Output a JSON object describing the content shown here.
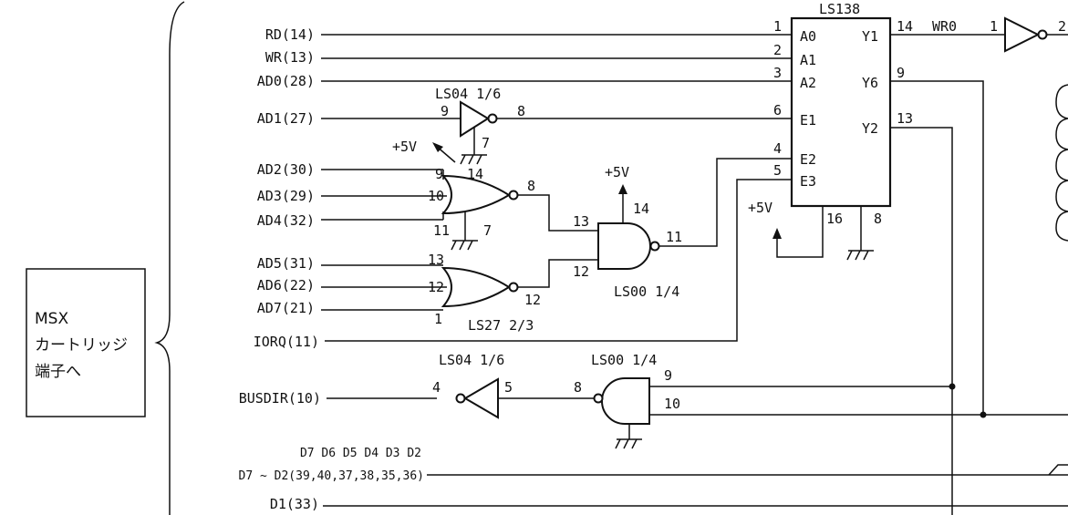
{
  "msx_box": {
    "line1": "MSX",
    "line2": "カートリッジ",
    "line3": "端子へ"
  },
  "signals": {
    "rd": "RD(14)",
    "wr": "WR(13)",
    "ad0": "AD0(28)",
    "ad1": "AD1(27)",
    "ad2": "AD2(30)",
    "ad3": "AD3(29)",
    "ad4": "AD4(32)",
    "ad5": "AD5(31)",
    "ad6": "AD6(22)",
    "ad7": "AD7(21)",
    "iorq": "IORQ(11)",
    "busdir": "BUSDIR(10)",
    "data_header": "D7 D6 D5 D4 D3 D2",
    "data_bus": "D7 ~ D2(39,40,37,38,35,36)",
    "d1": "D1(33)"
  },
  "decoder": {
    "title": "LS138",
    "inputs": [
      "A0",
      "A1",
      "A2",
      "E1",
      "E2",
      "E3"
    ],
    "outputs": [
      "Y1",
      "Y6",
      "Y2"
    ],
    "input_pins": [
      "1",
      "2",
      "3",
      "6",
      "4",
      "5"
    ],
    "output_pins": [
      "14",
      "9",
      "13"
    ],
    "vcc_pin": "16",
    "gnd_pin": "8",
    "net_wr0": "WR0"
  },
  "gates": {
    "ls04_top": {
      "label": "LS04 1/6",
      "in_pin": "9",
      "out_pin": "8",
      "gnd_pin": "7"
    },
    "nor_top": {
      "pins": [
        "9",
        "14",
        "10",
        "11",
        "7",
        "8"
      ]
    },
    "nor_bottom": {
      "pins": [
        "13",
        "12",
        "1",
        "12"
      ]
    },
    "ls27_label": "LS27 2/3",
    "nand_top": {
      "label": "LS00 1/4",
      "pins": [
        "14",
        "13",
        "12",
        "11"
      ]
    },
    "ls04_bottom": {
      "label": "LS04 1/6",
      "pins": [
        "4",
        "5"
      ]
    },
    "nand_bottom": {
      "label": "LS00 1/4",
      "pins": [
        "8",
        "9",
        "10"
      ]
    },
    "inv_right": {
      "pin": "1",
      "pin_out": "2"
    }
  },
  "power": {
    "vcc1": "+5V",
    "vcc2": "+5V",
    "vcc3": "+5V"
  }
}
